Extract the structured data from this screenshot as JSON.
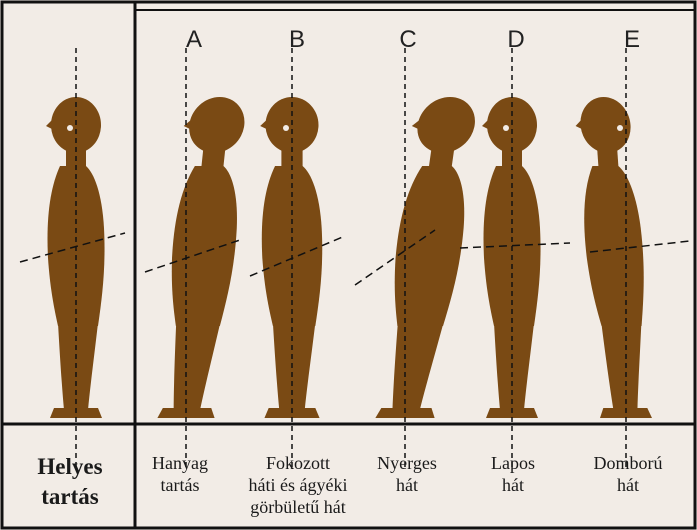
{
  "colors": {
    "figure": "#7a4a14",
    "background": "#f2ece6",
    "line": "#111111"
  },
  "letters": [
    "A",
    "B",
    "C",
    "D",
    "E"
  ],
  "captions": [
    {
      "id": "correct",
      "lines": [
        "Helyes",
        "tartás"
      ]
    },
    {
      "id": "A",
      "lines": [
        "Hanyag",
        "tartás"
      ]
    },
    {
      "id": "B",
      "lines": [
        "Fokozott",
        "háti és ágyéki",
        "görbületű hát"
      ]
    },
    {
      "id": "C",
      "lines": [
        "Nyerges",
        "hát"
      ]
    },
    {
      "id": "D",
      "lines": [
        "Lapos",
        "hát"
      ]
    },
    {
      "id": "E",
      "lines": [
        "Domború",
        "hát"
      ]
    }
  ]
}
